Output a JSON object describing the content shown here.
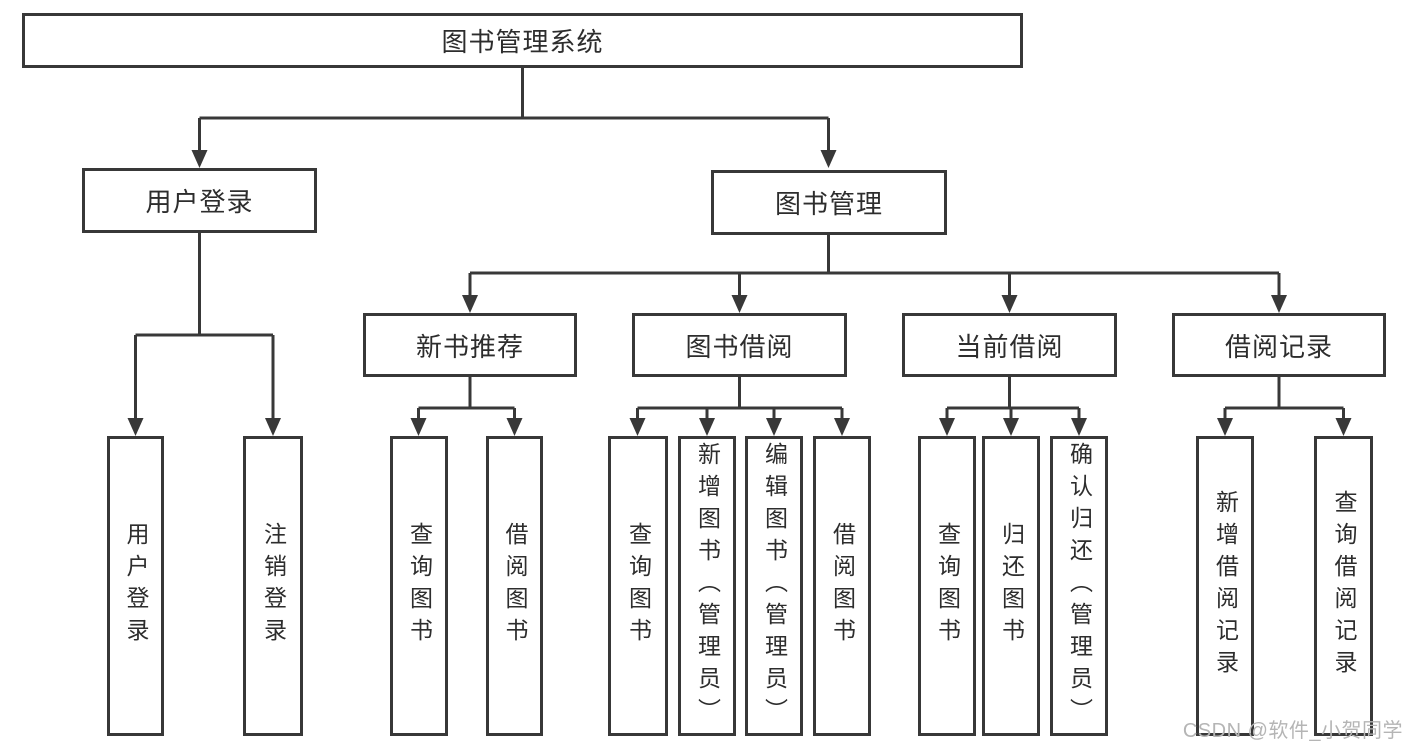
{
  "tree": {
    "root": "图书管理系统",
    "branches": [
      {
        "label": "用户登录",
        "children": [
          {
            "label": "用户登录"
          },
          {
            "label": "注销登录"
          }
        ]
      },
      {
        "label": "图书管理",
        "children": [
          {
            "label": "新书推荐",
            "children": [
              {
                "label": "查询图书"
              },
              {
                "label": "借阅图书"
              }
            ]
          },
          {
            "label": "图书借阅",
            "children": [
              {
                "label": "查询图书"
              },
              {
                "label": "新增图书（管理员）"
              },
              {
                "label": "编辑图书（管理员）"
              },
              {
                "label": "借阅图书"
              }
            ]
          },
          {
            "label": "当前借阅",
            "children": [
              {
                "label": "查询图书"
              },
              {
                "label": "归还图书"
              },
              {
                "label": "确认归还（管理员）"
              }
            ]
          },
          {
            "label": "借阅记录",
            "children": [
              {
                "label": "新增借阅记录"
              },
              {
                "label": "查询借阅记录"
              }
            ]
          }
        ]
      }
    ]
  },
  "watermark": {
    "text": "CSDN @软件_小贺同学"
  },
  "colors": {
    "line": "#383838",
    "text": "#2d2d2d",
    "watermark": "#b5b5b5",
    "background": "#ffffff"
  }
}
